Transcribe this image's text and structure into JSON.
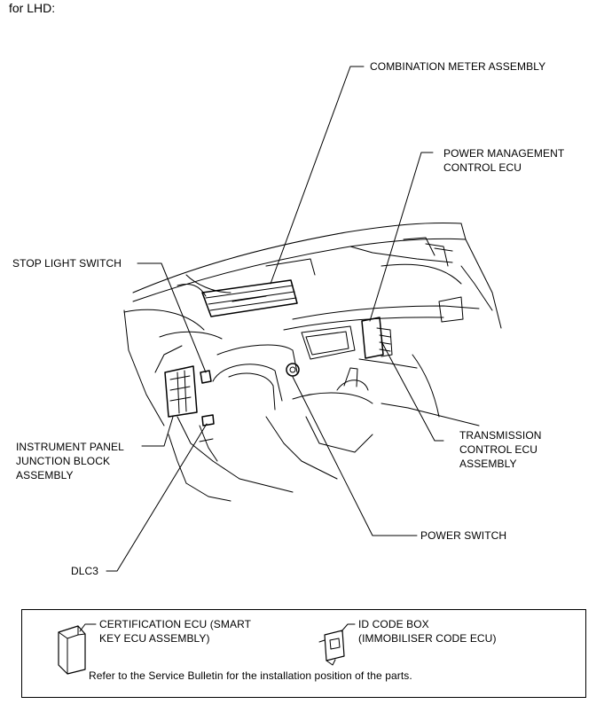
{
  "caption": "for LHD:",
  "labels": {
    "combination_meter": "COMBINATION METER ASSEMBLY",
    "power_mgmt_1": "POWER MANAGEMENT",
    "power_mgmt_2": "CONTROL ECU",
    "stop_light": "STOP LIGHT SWITCH",
    "instrument_panel_1": "INSTRUMENT PANEL",
    "instrument_panel_2": "JUNCTION BLOCK",
    "instrument_panel_3": "ASSEMBLY",
    "transmission_1": "TRANSMISSION",
    "transmission_2": "CONTROL ECU",
    "transmission_3": "ASSEMBLY",
    "power_switch": "POWER SWITCH",
    "dlc3": "DLC3"
  },
  "legend": {
    "certification_1": "CERTIFICATION ECU (SMART",
    "certification_2": "KEY ECU ASSEMBLY)",
    "id_code_1": "ID CODE BOX",
    "id_code_2": "(IMMOBILISER CODE ECU)",
    "note": "Refer to the Service Bulletin for the installation position of the parts."
  }
}
